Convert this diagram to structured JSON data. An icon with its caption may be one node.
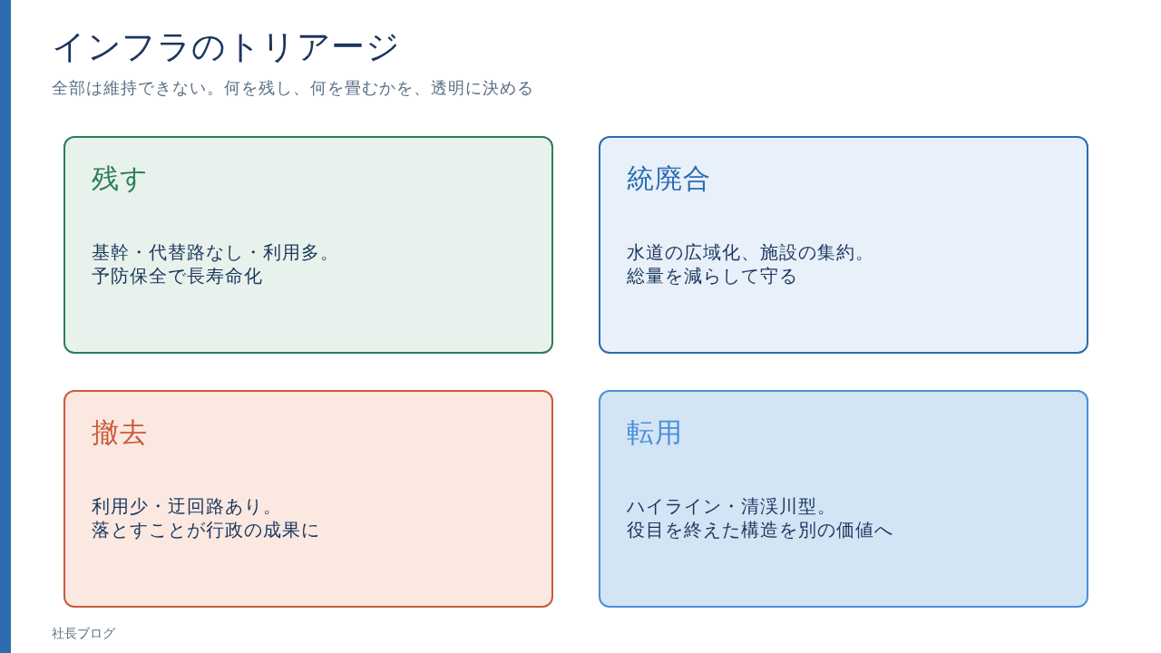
{
  "diagram": {
    "title": "インフラのトリアージ",
    "nodes": [
      {
        "text": [
          "残す",
          "基幹・代替路なし・利用多。",
          "予防保全で長寿命化"
        ]
      },
      {
        "text": [
          "統廃合",
          "水道の広域化、施設の集約。",
          "総量を減らして守る"
        ]
      },
      {
        "text": [
          "撤去",
          "利用少・迂回路あり。",
          "落とすことが行政の成果に"
        ]
      },
      {
        "text": [
          "転用",
          "ハイライン・清渓川型。",
          "役目を終えた構造を別の価値へ"
        ]
      }
    ],
    "labels": [
      "全部は維持できない。何を残し、何を畳むかを、透明に決める",
      "社長ブログ"
    ]
  }
}
